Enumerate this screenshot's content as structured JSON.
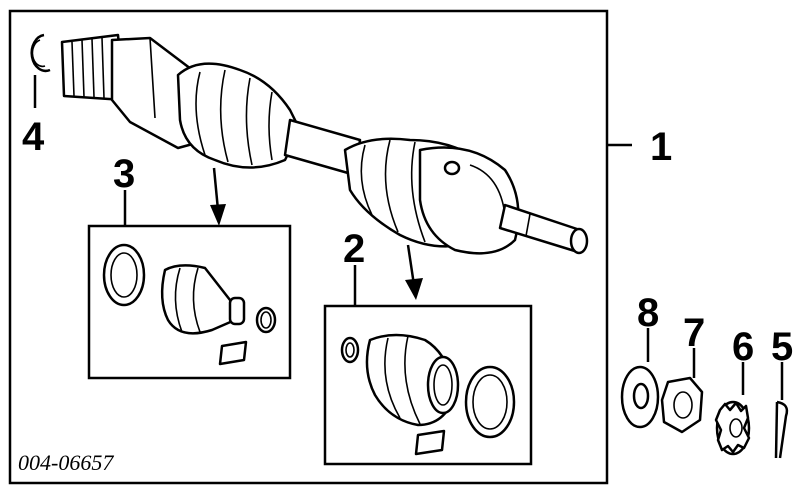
{
  "callouts": {
    "c1": "1",
    "c2": "2",
    "c3": "3",
    "c4": "4",
    "c5": "5",
    "c6": "6",
    "c7": "7",
    "c8": "8"
  },
  "diagram_code": "004-06657"
}
